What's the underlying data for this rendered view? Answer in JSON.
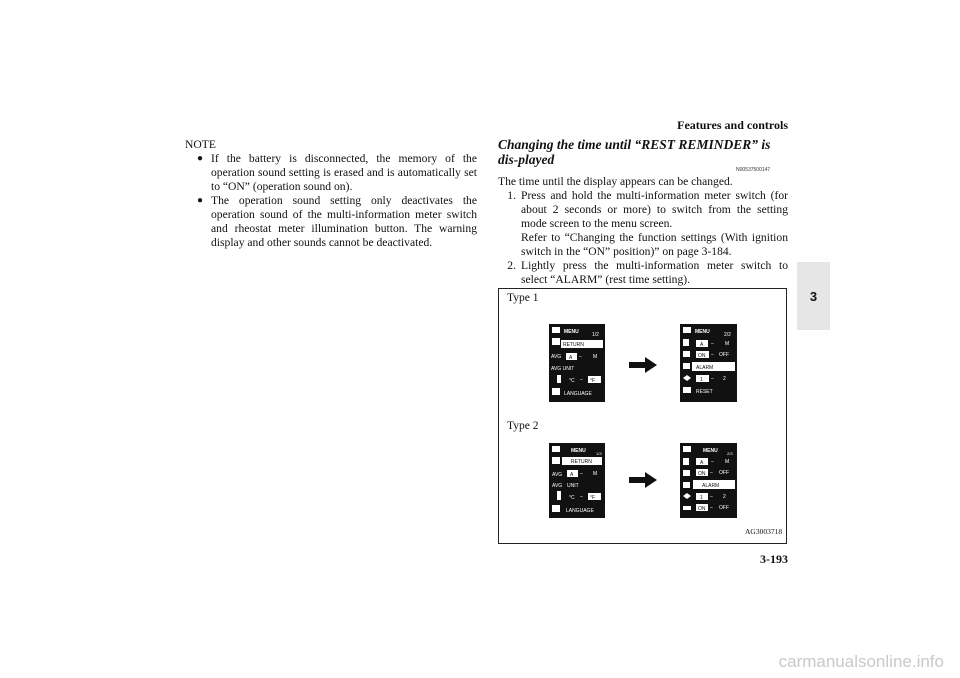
{
  "header": {
    "section": "Features and controls"
  },
  "chapter_tab": "3",
  "note": {
    "heading": "NOTE",
    "bullets": [
      "If the battery is disconnected, the memory of the operation sound setting is erased and is automatically set to “ON” (operation sound on).",
      "The operation sound setting only deactivates the operation sound of the multi-information meter switch and rheostat meter illumination button. The warning display and other sounds cannot be deactivated."
    ]
  },
  "section": {
    "title": "Changing the time until “REST REMINDER” is dis-played",
    "code": "N00537500147",
    "intro": "The time until the display appears can be changed.",
    "steps": [
      {
        "num": "1.",
        "text": "Press and hold the multi-information meter switch (for about 2 seconds or more) to switch from the setting mode screen to the menu screen."
      },
      {
        "num": "",
        "text": "Refer to “Changing the function settings (With ignition switch in the “ON” position)” on page 3-184."
      },
      {
        "num": "2.",
        "text": "Lightly press the multi-information meter switch to select “ALARM” (rest time setting)."
      }
    ]
  },
  "figure": {
    "type1": {
      "label": "Type 1",
      "screen_a": {
        "title": "MENU",
        "page": "1/2",
        "rows": [
          "RETURN",
          "AVG",
          "A",
          "M",
          "AVG UNIT",
          "°C",
          "°F",
          "LANGUAGE"
        ]
      },
      "screen_b": {
        "title": "MENU",
        "page": "2/2",
        "rows": [
          "A",
          "M",
          "ON",
          "OFF",
          "ALARM",
          "1",
          "2",
          "RESET"
        ]
      }
    },
    "type2": {
      "label": "Type 2",
      "screen_a": {
        "title": "MENU",
        "page": "1/3",
        "rows": [
          "RETURN",
          "AVG",
          "A",
          "M",
          "AVG",
          "UNIT",
          "°C",
          "°F",
          "LANGUAGE"
        ]
      },
      "screen_b": {
        "title": "MENU",
        "page": "2/3",
        "rows": [
          "A",
          "M",
          "ON",
          "OFF",
          "ALARM",
          "1",
          "2",
          "ON",
          "OFF"
        ]
      }
    },
    "dash": "–",
    "figure_id": "AG3003718"
  },
  "footer": {
    "page_number": "3-193"
  },
  "watermark": "carmanualsonline.info"
}
